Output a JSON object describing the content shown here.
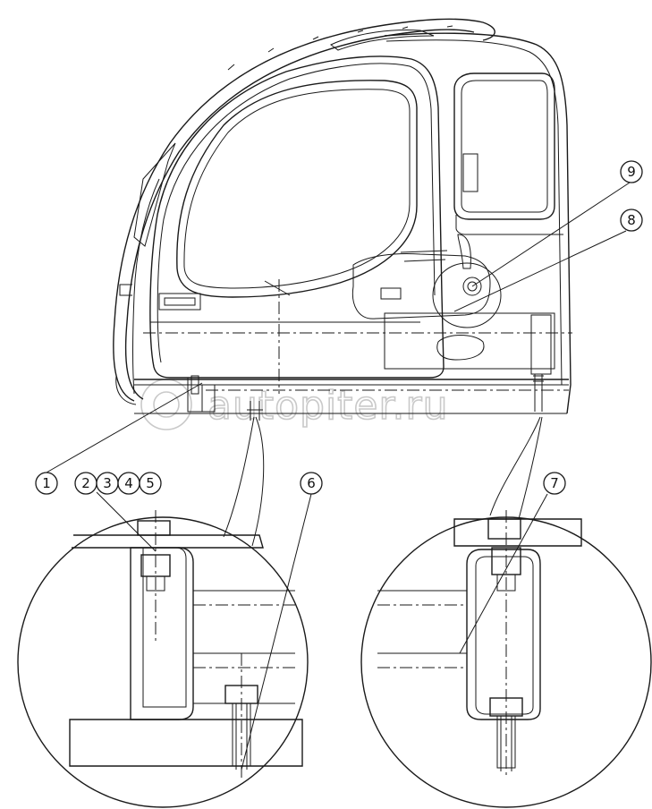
{
  "callouts": [
    "1",
    "2",
    "3",
    "4",
    "5",
    "6",
    "7",
    "8",
    "9"
  ],
  "watermark": "autopiter.ru",
  "colors": {
    "line": "#1a1a1a",
    "watermark": "#c9c9c9",
    "background": "#ffffff"
  }
}
